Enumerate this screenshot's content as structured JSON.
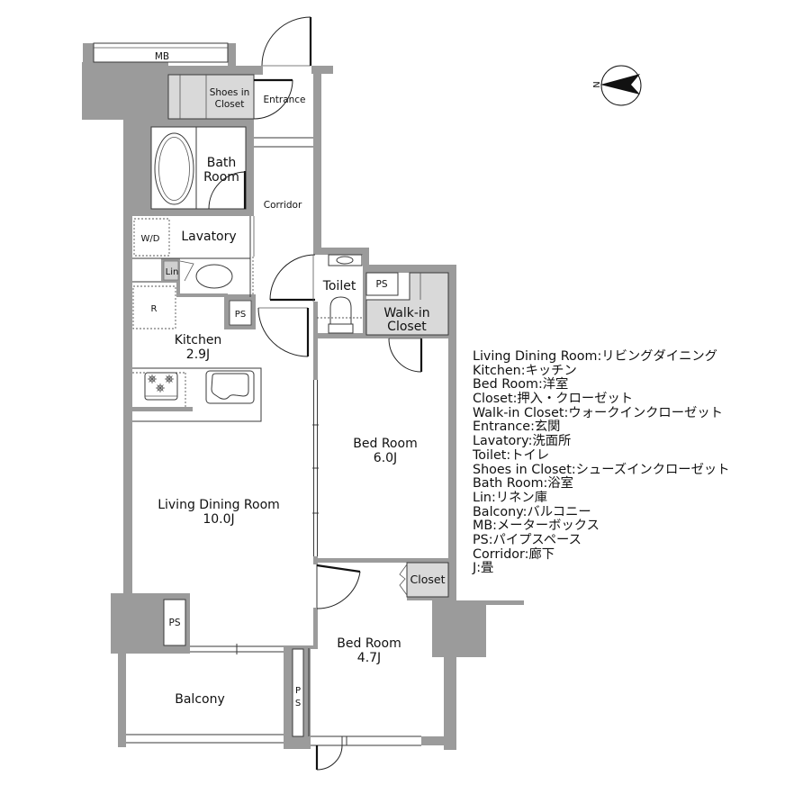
{
  "colors": {
    "wall": "#9b9b9b",
    "closet_fill": "#d9d9d9",
    "line": "#3a3a3a",
    "background": "#ffffff"
  },
  "floorplan": {
    "compass": {
      "label": "N"
    },
    "rooms": {
      "mb": {
        "label": "MB"
      },
      "shoes_closet": {
        "line1": "Shoes in",
        "line2": "Closet"
      },
      "entrance": {
        "label": "Entrance"
      },
      "bath_room": {
        "line1": "Bath",
        "line2": "Room"
      },
      "corridor": {
        "label": "Corridor"
      },
      "wd": {
        "label": "W/D"
      },
      "lavatory": {
        "label": "Lavatory"
      },
      "lin": {
        "label": "Lin"
      },
      "refrigerator": {
        "label": "R"
      },
      "kitchen_ps": {
        "label": "PS"
      },
      "kitchen": {
        "label": "Kitchen",
        "size": "2.9J"
      },
      "toilet": {
        "label": "Toilet"
      },
      "toilet_ps": {
        "label": "PS"
      },
      "walk_in_closet": {
        "line1": "Walk-in",
        "line2": "Closet"
      },
      "bed_room_1": {
        "label": "Bed Room",
        "size": "6.0J"
      },
      "living_dining_room": {
        "label": "Living Dining Room",
        "size": "10.0J"
      },
      "ldr_ps": {
        "label": "PS"
      },
      "closet": {
        "label": "Closet"
      },
      "bed_room_2": {
        "label": "Bed Room",
        "size": "4.7J"
      },
      "balcony": {
        "label": "Balcony"
      },
      "balcony_ps": {
        "line1": "P",
        "line2": "S"
      }
    }
  },
  "legend": {
    "separator": ":",
    "items": [
      {
        "term": "Living Dining Room",
        "meaning": "リビングダイニング"
      },
      {
        "term": "Kitchen",
        "meaning": "キッチン"
      },
      {
        "term": "Bed Room",
        "meaning": "洋室"
      },
      {
        "term": "Closet",
        "meaning": "押入・クローゼット"
      },
      {
        "term": "Walk-in Closet",
        "meaning": "ウォークインクローゼット"
      },
      {
        "term": "Entrance",
        "meaning": "玄関"
      },
      {
        "term": "Lavatory",
        "meaning": "洗面所"
      },
      {
        "term": "Toilet",
        "meaning": "トイレ"
      },
      {
        "term": "Shoes in Closet",
        "meaning": "シューズインクローゼット"
      },
      {
        "term": "Bath Room",
        "meaning": "浴室"
      },
      {
        "term": "Lin",
        "meaning": "リネン庫"
      },
      {
        "term": "Balcony",
        "meaning": "バルコニー"
      },
      {
        "term": "MB",
        "meaning": "メーターボックス"
      },
      {
        "term": "PS",
        "meaning": "パイプスペース"
      },
      {
        "term": "Corridor",
        "meaning": "廊下"
      },
      {
        "term": "J",
        "meaning": "畳"
      }
    ]
  }
}
